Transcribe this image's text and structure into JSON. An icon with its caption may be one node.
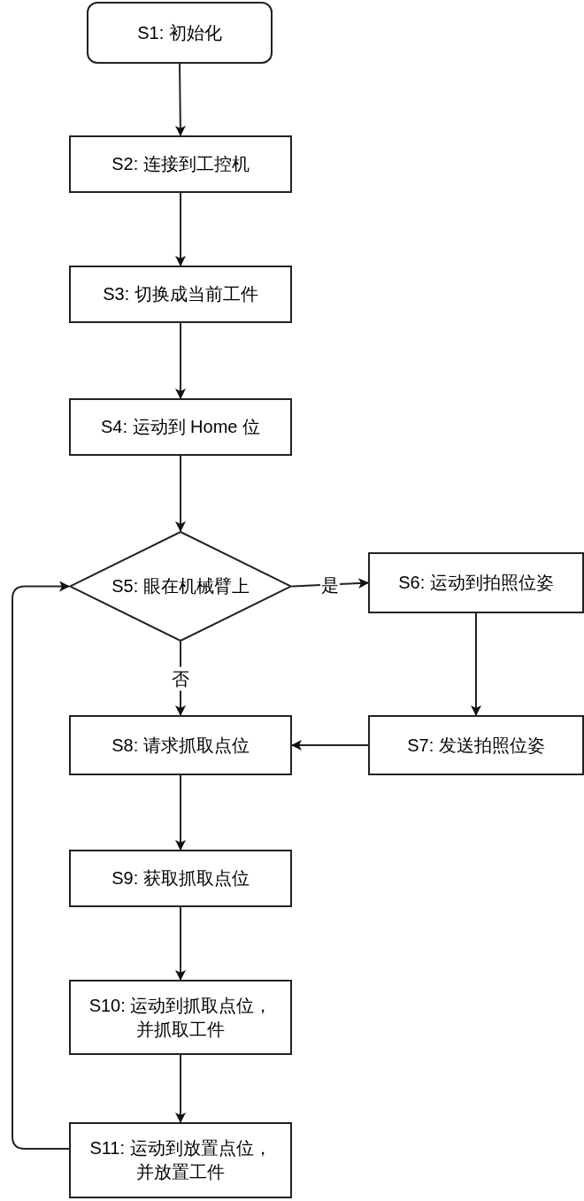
{
  "diagram": {
    "nodes": [
      {
        "text": [
          "S1: 初始化"
        ]
      },
      {
        "text": [
          "S2: 连接到工控机"
        ]
      },
      {
        "text": [
          "S3: 切换成当前工件"
        ]
      },
      {
        "text": [
          "S4: 运动到 Home 位"
        ]
      },
      {
        "text": [
          "S5: 眼在机械臂上"
        ]
      },
      {
        "text": [
          "S6: 运动到拍照位姿"
        ]
      },
      {
        "text": [
          "S7: 发送拍照位姿"
        ]
      },
      {
        "text": [
          "S8: 请求抓取点位"
        ]
      },
      {
        "text": [
          "S9: 获取抓取点位"
        ]
      },
      {
        "text": [
          "S10: 运动到抓取点位，并抓取工件"
        ]
      },
      {
        "text": [
          "S11: 运动到放置点位，并放置工件"
        ]
      }
    ],
    "edges": [
      {
        "from": 0,
        "to": 1,
        "arrow": "to"
      },
      {
        "from": 1,
        "to": 2,
        "arrow": "to"
      },
      {
        "from": 2,
        "to": 3,
        "arrow": "to"
      },
      {
        "from": 3,
        "to": 4,
        "arrow": "to"
      },
      {
        "from": 4,
        "to": 5,
        "arrow": "to",
        "label": "是"
      },
      {
        "from": 5,
        "to": 6,
        "arrow": "to"
      },
      {
        "from": 4,
        "to": 7,
        "arrow": "to",
        "label": "否"
      },
      {
        "from": 6,
        "to": 7,
        "arrow": "to"
      },
      {
        "from": 7,
        "to": 8,
        "arrow": "to"
      },
      {
        "from": 8,
        "to": 9,
        "arrow": "to"
      },
      {
        "from": 9,
        "to": 10,
        "arrow": "to"
      },
      {
        "from": 10,
        "to": 4,
        "arrow": "to"
      }
    ]
  }
}
